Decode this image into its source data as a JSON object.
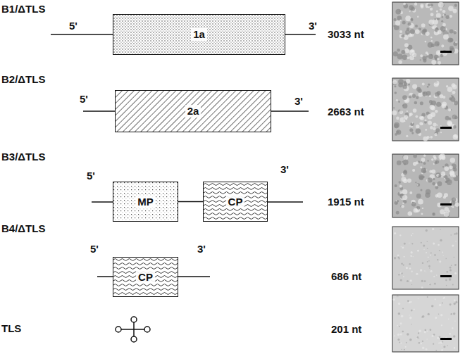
{
  "diagram": {
    "nodes": [
      {
        "text": [
          "1a"
        ]
      },
      {
        "text": [
          "2a"
        ]
      },
      {
        "text": [
          "MP"
        ]
      },
      {
        "text": [
          "CP"
        ]
      },
      {
        "text": [
          "CP"
        ]
      }
    ],
    "edges": [
      {
        "from": 2,
        "to": 3,
        "arrow": "none"
      }
    ],
    "labels": [
      "B1/ΔTLS",
      "5'",
      "3'",
      "3033 nt",
      "B2/ΔTLS",
      "5'",
      "3'",
      "2663 nt",
      "B3/ΔTLS",
      "5'",
      "3'",
      "1915 nt",
      "B4/ΔTLS",
      "5'",
      "3'",
      "686 nt",
      "TLS",
      "201 nt"
    ]
  }
}
